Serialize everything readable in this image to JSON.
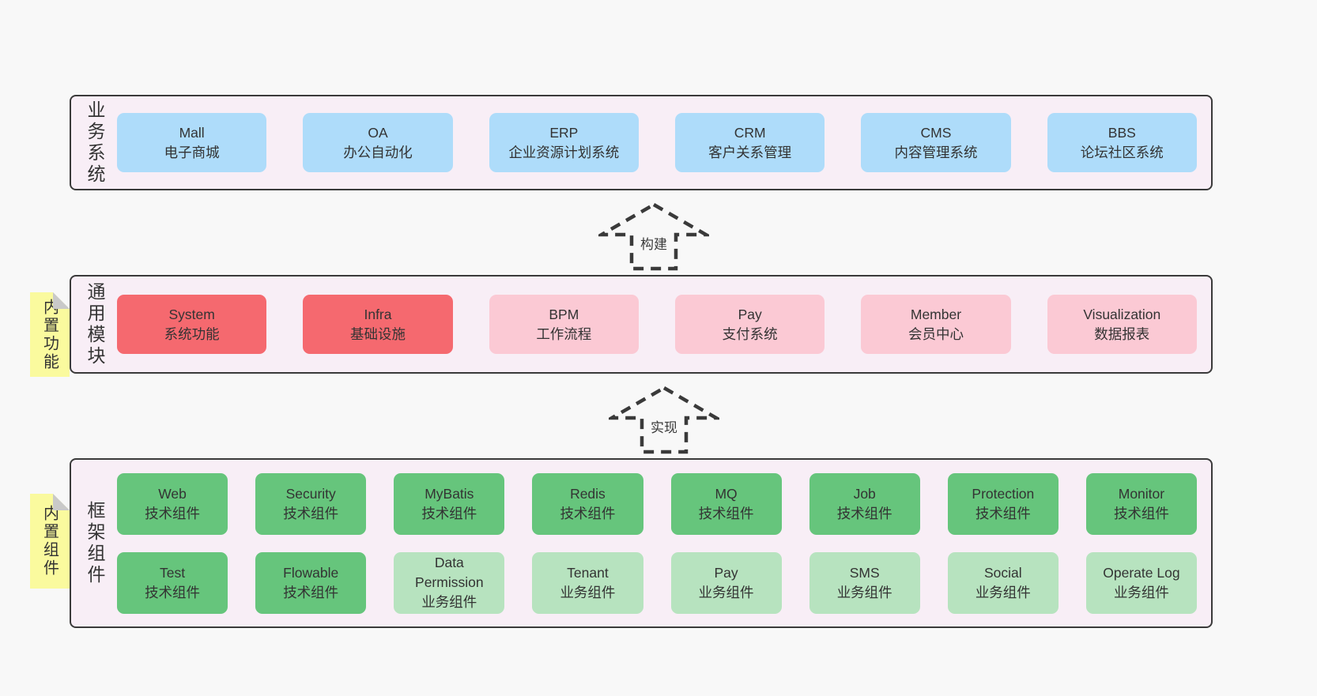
{
  "colors": {
    "bg": "#f8f8f8",
    "band-bg": "#f8eef6",
    "ink": "#3a3a3a",
    "blue": "#aedcfa",
    "red": "#f5696f",
    "pink": "#fbc9d4",
    "green": "#66c57c",
    "green-light": "#b7e3bf",
    "note": "#fafa9e",
    "fold": "#c9c9c9"
  },
  "arrows": [
    {
      "label": "构建"
    },
    {
      "label": "实现"
    }
  ],
  "bands": [
    {
      "label": "业务系统",
      "boxes": [
        {
          "title": "Mall",
          "subtitle": "电子商城"
        },
        {
          "title": "OA",
          "subtitle": "办公自动化"
        },
        {
          "title": "ERP",
          "subtitle": "企业资源计划系统"
        },
        {
          "title": "CRM",
          "subtitle": "客户关系管理"
        },
        {
          "title": "CMS",
          "subtitle": "内容管理系统"
        },
        {
          "title": "BBS",
          "subtitle": "论坛社区系统"
        }
      ]
    },
    {
      "label": "通用模块",
      "note": "内置功能",
      "boxes": [
        {
          "title": "System",
          "subtitle": "系统功能"
        },
        {
          "title": "Infra",
          "subtitle": "基础设施"
        },
        {
          "title": "BPM",
          "subtitle": "工作流程"
        },
        {
          "title": "Pay",
          "subtitle": "支付系统"
        },
        {
          "title": "Member",
          "subtitle": "会员中心"
        },
        {
          "title": "Visualization",
          "subtitle": "数据报表"
        }
      ]
    },
    {
      "label": "框架组件",
      "note": "内置组件",
      "rows": [
        [
          {
            "title": "Web",
            "subtitle": "技术组件"
          },
          {
            "title": "Security",
            "subtitle": "技术组件"
          },
          {
            "title": "MyBatis",
            "subtitle": "技术组件"
          },
          {
            "title": "Redis",
            "subtitle": "技术组件"
          },
          {
            "title": "MQ",
            "subtitle": "技术组件"
          },
          {
            "title": "Job",
            "subtitle": "技术组件"
          },
          {
            "title": "Protection",
            "subtitle": "技术组件"
          },
          {
            "title": "Monitor",
            "subtitle": "技术组件"
          }
        ],
        [
          {
            "title": "Test",
            "subtitle": "技术组件"
          },
          {
            "title": "Flowable",
            "subtitle": "技术组件"
          },
          {
            "title": "Data Permission",
            "subtitle": "业务组件"
          },
          {
            "title": "Tenant",
            "subtitle": "业务组件"
          },
          {
            "title": "Pay",
            "subtitle": "业务组件"
          },
          {
            "title": "SMS",
            "subtitle": "业务组件"
          },
          {
            "title": "Social",
            "subtitle": "业务组件"
          },
          {
            "title": "Operate Log",
            "subtitle": "业务组件"
          }
        ]
      ]
    }
  ]
}
